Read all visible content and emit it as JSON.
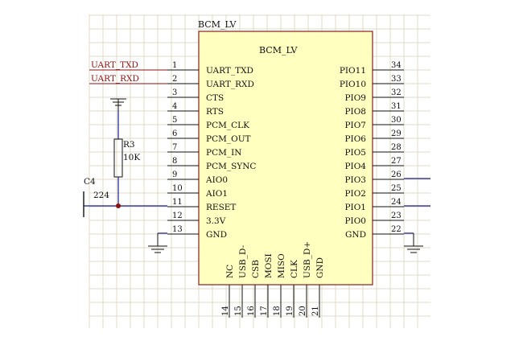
{
  "component": {
    "designator": "BCM_LV",
    "body_title": "BCM_LV"
  },
  "left_pins": [
    {
      "num": "1",
      "name": "UART_TXD"
    },
    {
      "num": "2",
      "name": "UART_RXD"
    },
    {
      "num": "3",
      "name": "CTS"
    },
    {
      "num": "4",
      "name": "RTS"
    },
    {
      "num": "5",
      "name": "PCM_CLK"
    },
    {
      "num": "6",
      "name": "PCM_OUT"
    },
    {
      "num": "7",
      "name": "PCM_IN"
    },
    {
      "num": "8",
      "name": "PCM_SYNC"
    },
    {
      "num": "9",
      "name": "AIO0"
    },
    {
      "num": "10",
      "name": "AIO1"
    },
    {
      "num": "11",
      "name": "RESET"
    },
    {
      "num": "12",
      "name": "3.3V"
    },
    {
      "num": "13",
      "name": "GND"
    }
  ],
  "right_pins": [
    {
      "num": "34",
      "name": "PIO11"
    },
    {
      "num": "33",
      "name": "PIO10"
    },
    {
      "num": "32",
      "name": "PIO9"
    },
    {
      "num": "31",
      "name": "PIO8"
    },
    {
      "num": "30",
      "name": "PIO7"
    },
    {
      "num": "29",
      "name": "PIO6"
    },
    {
      "num": "28",
      "name": "PIO5"
    },
    {
      "num": "27",
      "name": "PIO4"
    },
    {
      "num": "26",
      "name": "PIO3"
    },
    {
      "num": "25",
      "name": "PIO2"
    },
    {
      "num": "24",
      "name": "PIO1"
    },
    {
      "num": "23",
      "name": "PIO0"
    },
    {
      "num": "22",
      "name": "GND"
    }
  ],
  "bottom_pins": [
    {
      "num": "14",
      "name": "NC"
    },
    {
      "num": "15",
      "name": "USB_D-"
    },
    {
      "num": "16",
      "name": "CSB"
    },
    {
      "num": "17",
      "name": "MOSI"
    },
    {
      "num": "18",
      "name": "MISO"
    },
    {
      "num": "19",
      "name": "CLK"
    },
    {
      "num": "20",
      "name": "USB_D+"
    },
    {
      "num": "21",
      "name": "GND"
    }
  ],
  "net_labels": {
    "tx": "UART_TXD",
    "rx": "UART_RXD"
  },
  "resistor": {
    "ref": "R3",
    "value": "10K"
  },
  "capacitor": {
    "ref": "C4",
    "value": "224"
  },
  "colors": {
    "grid": "#d9d2b8",
    "body_fill": "#ffffc0",
    "body_stroke": "#8a2020",
    "wire": "#1a1a8c",
    "pin_line": "#111111",
    "net_label": "#8b1010",
    "junction": "#8b1010"
  }
}
